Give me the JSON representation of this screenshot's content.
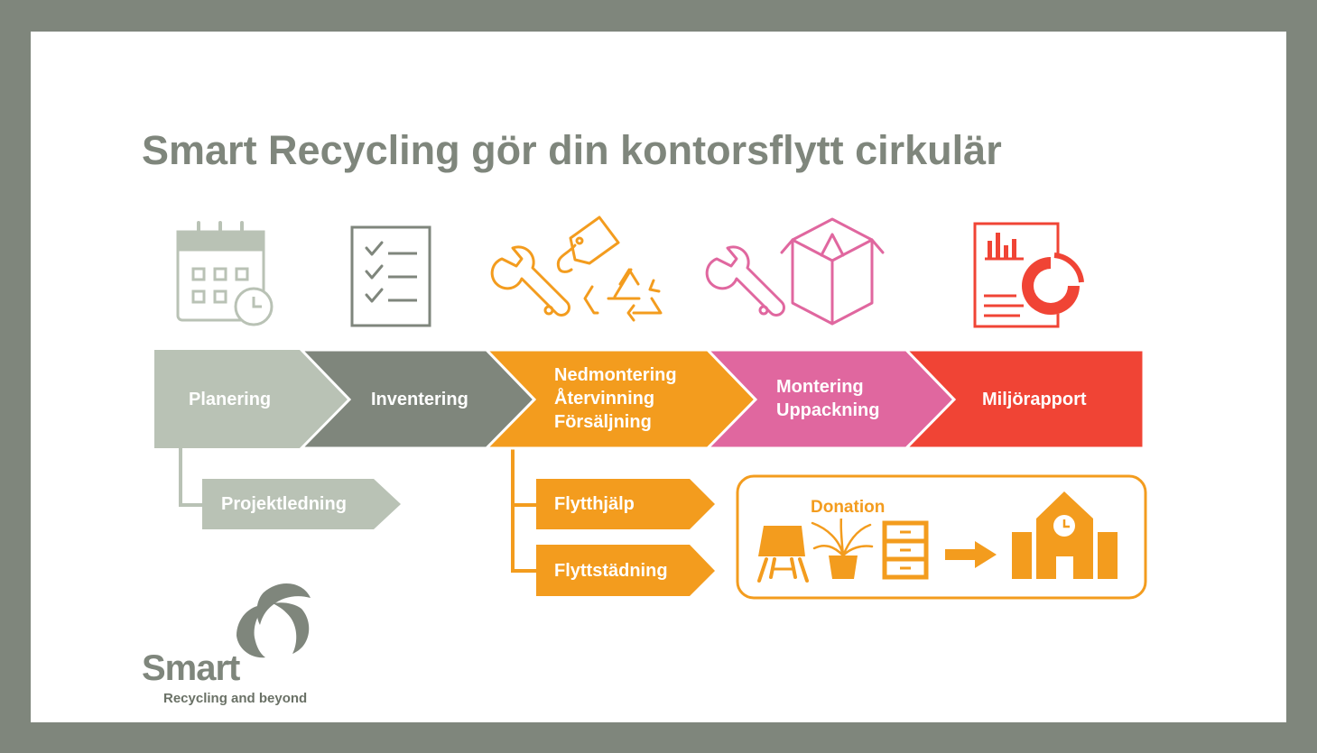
{
  "title": "Smart Recycling gör din kontorsflytt cirkulär",
  "colors": {
    "background_frame": "#7f867c",
    "planering": "#b9c2b5",
    "inventering": "#7f867c",
    "orange": "#f39c1e",
    "pink": "#e0679f",
    "red": "#f04435"
  },
  "stages": [
    {
      "name": "planering",
      "icon": "calendar-clock-icon",
      "lines": [
        "Planering"
      ]
    },
    {
      "name": "inventering",
      "icon": "checklist-icon",
      "lines": [
        "Inventering"
      ]
    },
    {
      "name": "nedmontering",
      "icon": "wrench-tag-recycle-icon",
      "lines": [
        "Nedmontering",
        "Återvinning",
        "Försäljning"
      ]
    },
    {
      "name": "montering",
      "icon": "wrench-box-icon",
      "lines": [
        "Montering",
        "Uppackning"
      ]
    },
    {
      "name": "miljorapport",
      "icon": "report-chart-icon",
      "lines": [
        "Miljörapport"
      ]
    }
  ],
  "sub_steps": {
    "projektledning": "Projektledning",
    "flytthjalp": "Flytthjälp",
    "flyttstadning": "Flyttstädning"
  },
  "donation": {
    "label": "Donation",
    "icons": [
      "chair-icon",
      "plant-icon",
      "drawer-cabinet-icon",
      "arrow-right-icon",
      "school-icon"
    ]
  },
  "logo": {
    "brand": "Smart",
    "tagline": "Recycling and beyond"
  }
}
